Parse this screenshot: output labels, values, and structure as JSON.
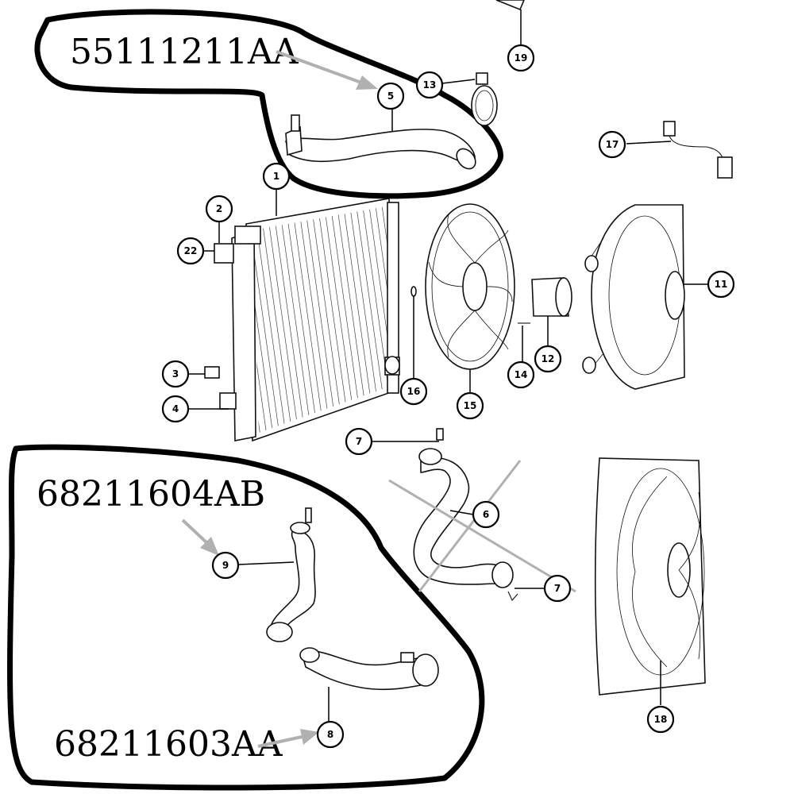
{
  "part_numbers": {
    "upper_hose": "55111211AA",
    "hose_9": "68211604AB",
    "hose_8": "68211603AA"
  },
  "callouts": {
    "c1": "1",
    "c2": "2",
    "c3": "3",
    "c4": "4",
    "c5": "5",
    "c6": "6",
    "c7a": "7",
    "c7b": "7",
    "c8": "8",
    "c9": "9",
    "c11": "11",
    "c12": "12",
    "c13": "13",
    "c14": "14",
    "c15": "15",
    "c16": "16",
    "c17": "17",
    "c18": "18",
    "c19": "19",
    "c22": "22"
  },
  "colors": {
    "outline": "#000000",
    "annotation_arrow": "#b0b0b0",
    "strikeout": "#b0b0b0"
  }
}
